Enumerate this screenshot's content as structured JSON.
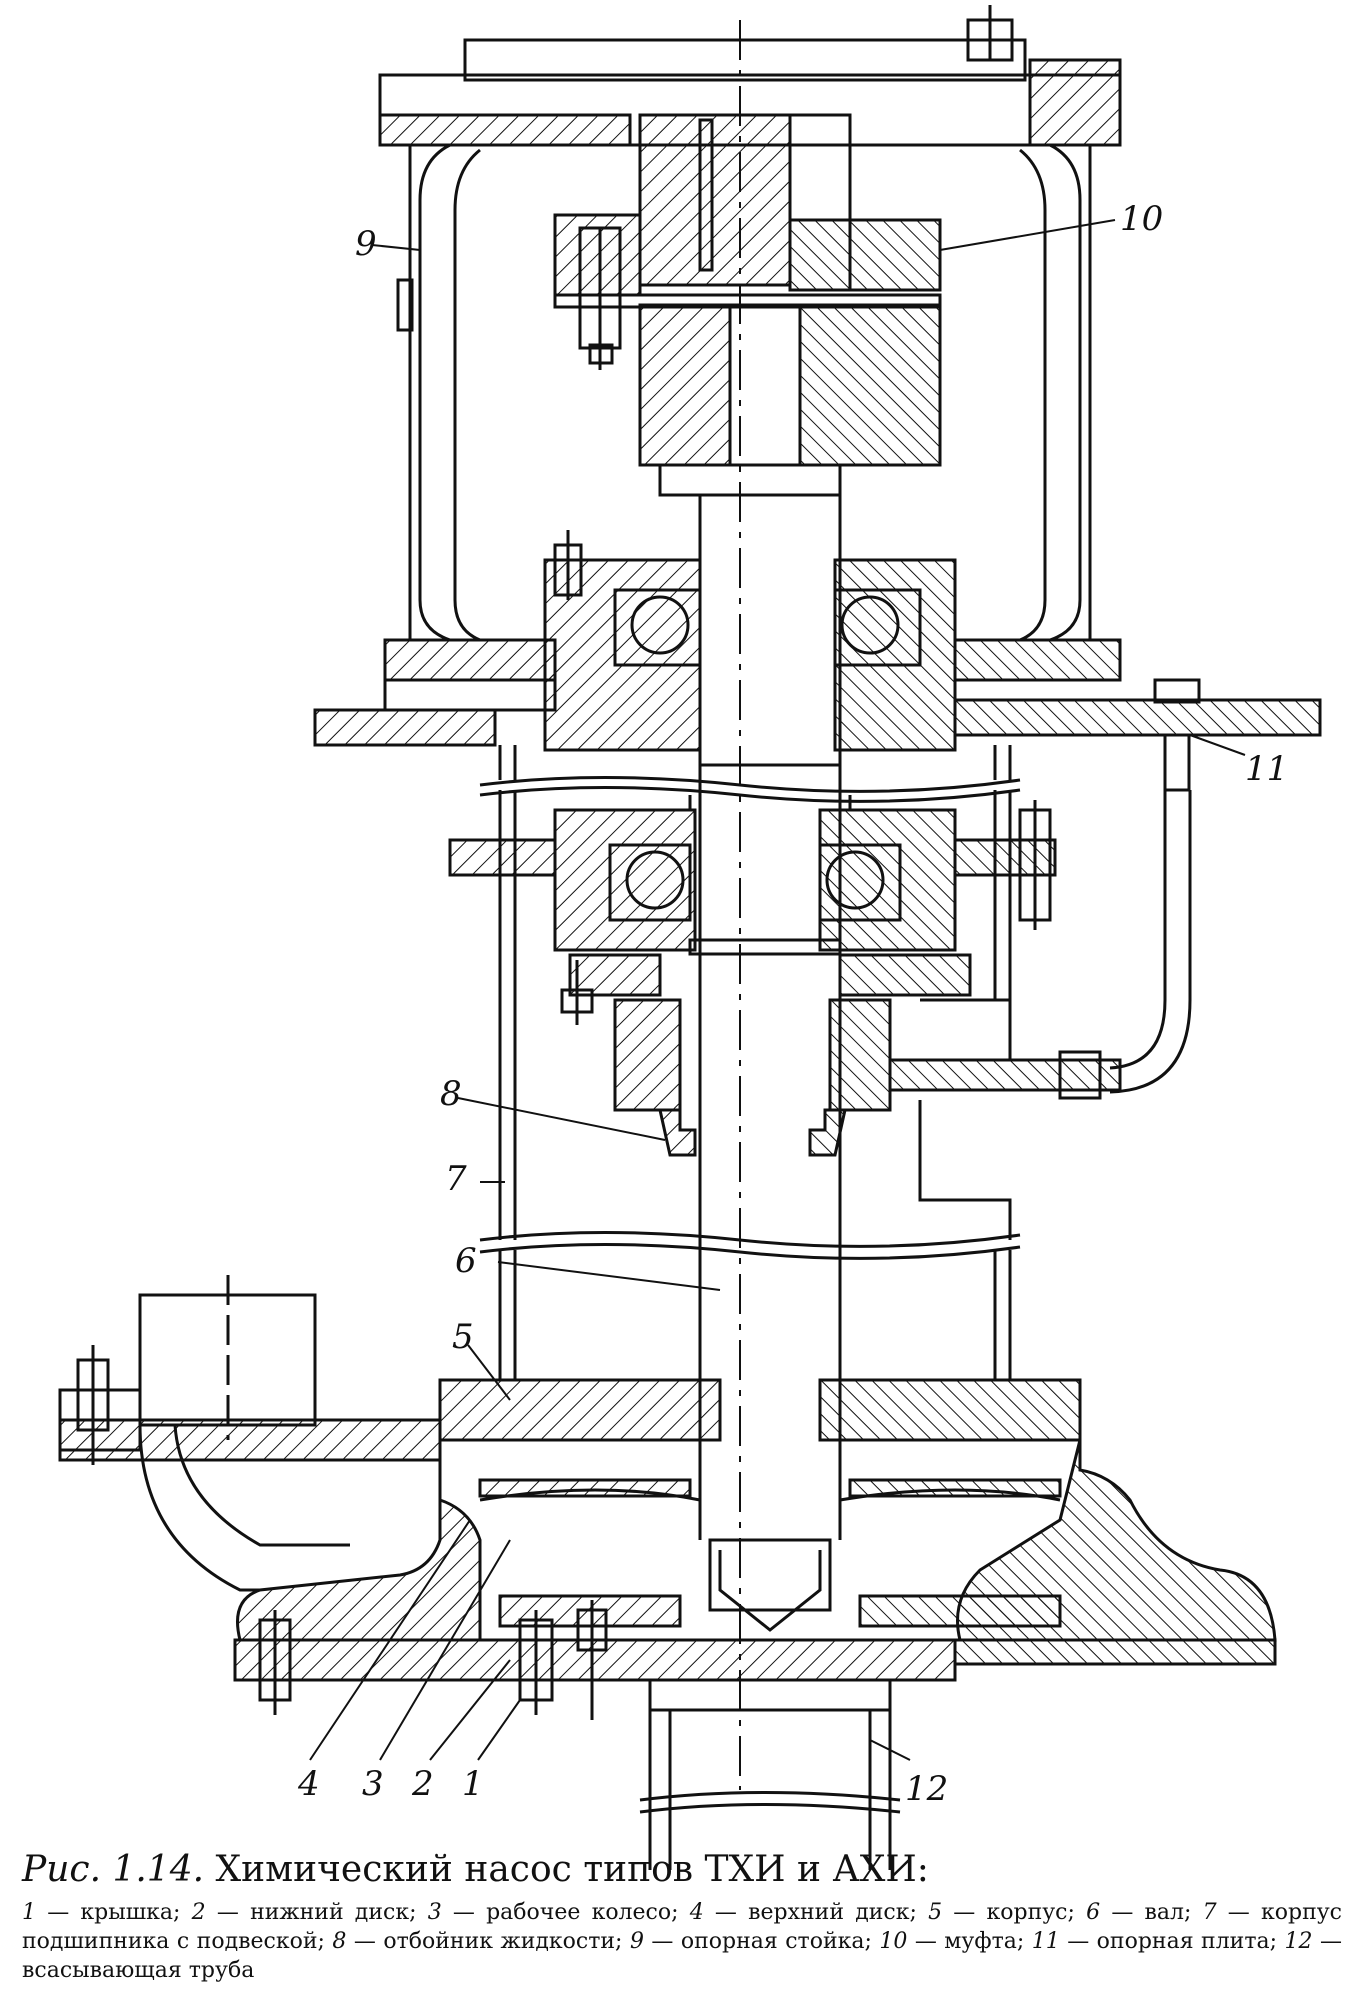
{
  "labels": {
    "l1": "1",
    "l2": "2",
    "l3": "3",
    "l4": "4",
    "l5": "5",
    "l6": "6",
    "l7": "7",
    "l8": "8",
    "l9": "9",
    "l10": "10",
    "l11": "11",
    "l12": "12"
  },
  "caption": {
    "fig": "Рис. 1.14.",
    "title": "Химический насос типов ТХИ и АХИ:",
    "legend": [
      {
        "num": "1",
        "text": "крышка"
      },
      {
        "num": "2",
        "text": "нижний диск"
      },
      {
        "num": "3",
        "text": "рабочее колесо"
      },
      {
        "num": "4",
        "text": "верхний диск"
      },
      {
        "num": "5",
        "text": "корпус"
      },
      {
        "num": "6",
        "text": "вал"
      },
      {
        "num": "7",
        "text": "корпус подшипника с подвеской"
      },
      {
        "num": "8",
        "text": "отбойник жидкости"
      },
      {
        "num": "9",
        "text": "опорная стойка"
      },
      {
        "num": "10",
        "text": "муфта"
      },
      {
        "num": "11",
        "text": "опорная плита"
      },
      {
        "num": "12",
        "text": "всасывающая труба"
      }
    ]
  },
  "colors": {
    "ink": "#111111",
    "paper": "#ffffff"
  }
}
